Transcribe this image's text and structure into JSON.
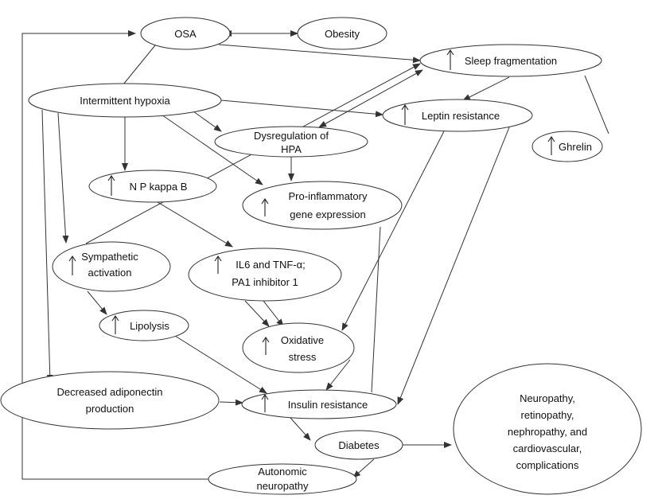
{
  "nodes": {
    "osa": {
      "label": "OSA"
    },
    "obesity": {
      "label": "Obesity"
    },
    "sleep_fragmentation": {
      "label": "Sleep fragmentation"
    },
    "intermittent_hypoxia": {
      "label": "Intermittent hypoxia"
    },
    "leptin_resistance": {
      "label": "Leptin resistance"
    },
    "ghrelin": {
      "label": "Ghrelin"
    },
    "hpa": {
      "line1": "Dysregulation of",
      "line2": "HPA"
    },
    "np_kappa_b": {
      "label": "N P kappa B"
    },
    "pro_inflammatory": {
      "line1": "Pro-inflammatory",
      "line2": "gene expression"
    },
    "sympathetic": {
      "line1": "Sympathetic",
      "line2": "activation"
    },
    "il6": {
      "line1": "IL6 and TNF-α;",
      "line2": "PA1 inhibitor 1"
    },
    "lipolysis": {
      "label": "Lipolysis"
    },
    "oxidative_stress": {
      "line1": "Oxidative",
      "line2": "stress"
    },
    "adiponectin": {
      "line1": "Decreased adiponectin",
      "line2": "production"
    },
    "insulin_resistance": {
      "label": "Insulin resistance"
    },
    "diabetes": {
      "label": "Diabetes"
    },
    "complications": {
      "line1": "Neuropathy,",
      "line2": "retinopathy,",
      "line3": "nephropathy, and",
      "line4": "cardiovascular,",
      "line5": "complications"
    },
    "autonomic": {
      "line1": "Autonomic",
      "line2": "neuropathy"
    }
  }
}
